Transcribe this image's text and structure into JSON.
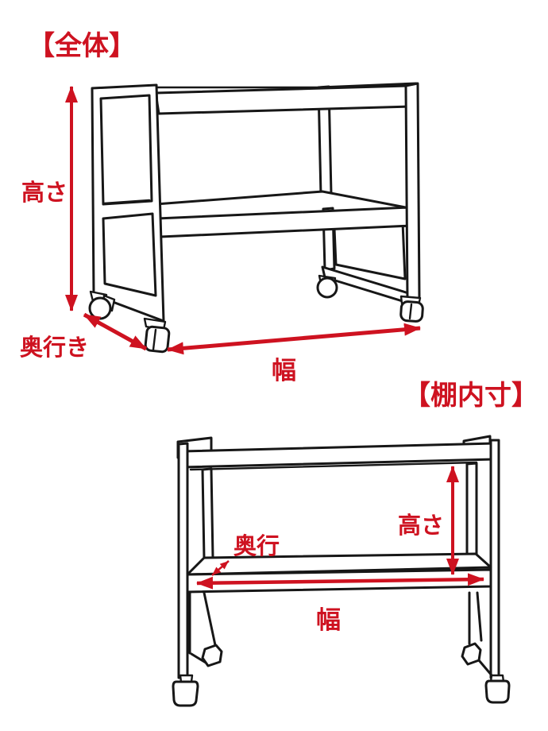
{
  "colors": {
    "accent_red": "#ce1220",
    "line_black": "#171717",
    "background": "#ffffff"
  },
  "overall_view": {
    "title": "【全体】",
    "labels": {
      "height": "高さ",
      "depth": "奥行き",
      "width": "幅"
    }
  },
  "shelf_interior_view": {
    "title": "【棚内寸】",
    "labels": {
      "height": "高さ",
      "depth": "奥行",
      "width": "幅"
    }
  }
}
